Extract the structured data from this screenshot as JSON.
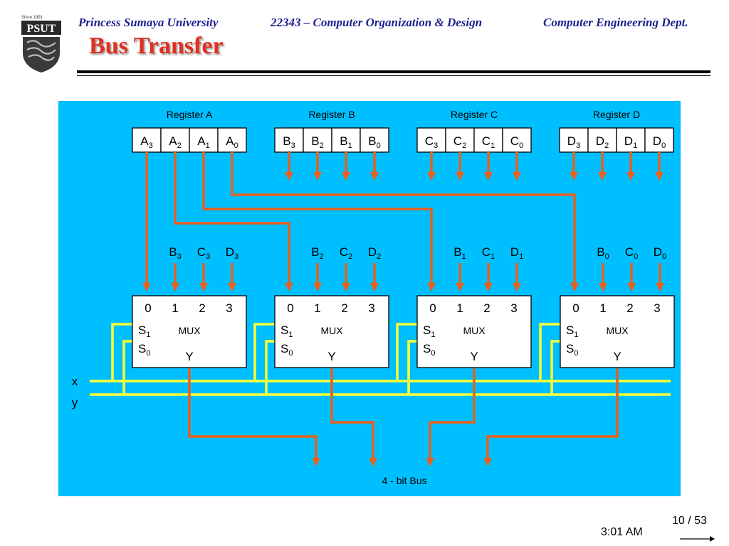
{
  "header": {
    "university": "Princess Sumaya University",
    "course": "22343 – Computer Organization & Design",
    "department": "Computer Engineering Dept.",
    "title": "Bus Transfer"
  },
  "logo": {
    "since": "Since 1991",
    "abbr": "PSUT"
  },
  "diagram": {
    "registers": [
      {
        "name": "Register A",
        "letter": "A",
        "bits": [
          "3",
          "2",
          "1",
          "0"
        ]
      },
      {
        "name": "Register B",
        "letter": "B",
        "bits": [
          "3",
          "2",
          "1",
          "0"
        ]
      },
      {
        "name": "Register C",
        "letter": "C",
        "bits": [
          "3",
          "2",
          "1",
          "0"
        ]
      },
      {
        "name": "Register D",
        "letter": "D",
        "bits": [
          "3",
          "2",
          "1",
          "0"
        ]
      }
    ],
    "muxes": [
      {
        "inputs": [
          {
            "l": "B",
            "s": "3"
          },
          {
            "l": "C",
            "s": "3"
          },
          {
            "l": "D",
            "s": "3"
          }
        ]
      },
      {
        "inputs": [
          {
            "l": "B",
            "s": "2"
          },
          {
            "l": "C",
            "s": "2"
          },
          {
            "l": "D",
            "s": "2"
          }
        ]
      },
      {
        "inputs": [
          {
            "l": "B",
            "s": "1"
          },
          {
            "l": "C",
            "s": "1"
          },
          {
            "l": "D",
            "s": "1"
          }
        ]
      },
      {
        "inputs": [
          {
            "l": "B",
            "s": "0"
          },
          {
            "l": "C",
            "s": "0"
          },
          {
            "l": "D",
            "s": "0"
          }
        ]
      }
    ],
    "mux_input_numbers": [
      "0",
      "1",
      "2",
      "3"
    ],
    "mux_label": "MUX",
    "s1_letter": "S",
    "s1_sub": "1",
    "s0_letter": "S",
    "s0_sub": "0",
    "mux_output": "Y",
    "select_x": "x",
    "select_y": "y",
    "bus_label": "4 - bit Bus",
    "colors": {
      "background": "#00bfff",
      "arrow": "#e8601c",
      "select": "#ffff33",
      "box": "#ffffff"
    }
  },
  "footer": {
    "slide": "10 / 53",
    "time": "3:01 AM"
  }
}
